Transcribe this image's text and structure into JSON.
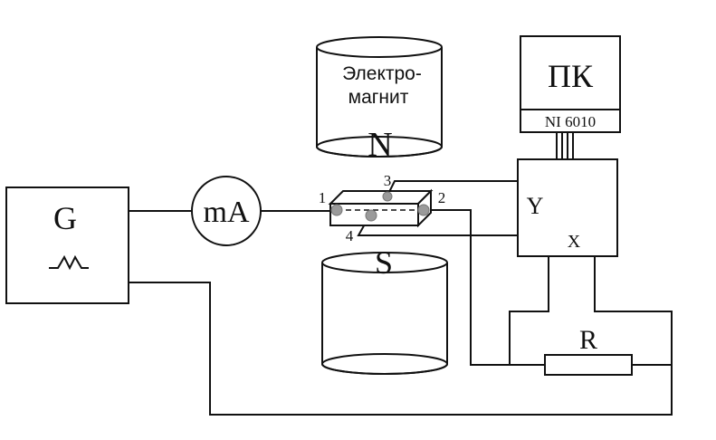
{
  "generator": {
    "label": "G"
  },
  "ammeter": {
    "label": "mA"
  },
  "electromagnet": {
    "line1": "Электро-",
    "line2": "магнит",
    "pole_top": "N",
    "pole_bottom": "S"
  },
  "sample": {
    "contact_1": "1",
    "contact_2": "2",
    "contact_3": "3",
    "contact_4": "4"
  },
  "computer": {
    "label": "ПК",
    "card": "NI 6010"
  },
  "daq": {
    "input_y": "Y",
    "input_x": "X"
  },
  "resistor": {
    "label": "R"
  },
  "colors": {
    "line": "#111111",
    "contact": "#9a9a9a",
    "background": "#ffffff"
  }
}
